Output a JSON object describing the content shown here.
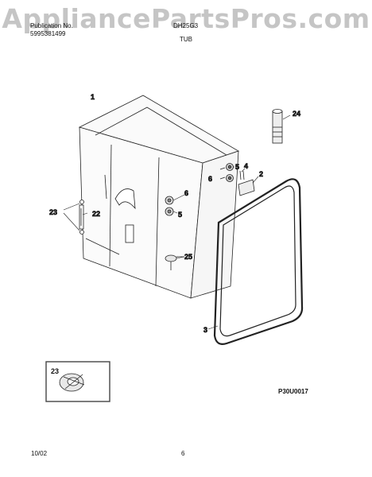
{
  "watermark": "AppliancePartsPros.com",
  "header": {
    "publication_label": "Publication No.",
    "publication_number": "5995381499",
    "model": "DH25G3",
    "section_title": "TUB"
  },
  "callouts": {
    "c1": "1",
    "c2": "2",
    "c3": "3",
    "c4": "4",
    "c5a": "5",
    "c5b": "5",
    "c6a": "6",
    "c6b": "6",
    "c22": "22",
    "c23": "23",
    "c23_inset": "23",
    "c24": "24",
    "c25": "25"
  },
  "diagram_code": "P30U0017",
  "footer": {
    "date": "10/02",
    "page": "6"
  }
}
